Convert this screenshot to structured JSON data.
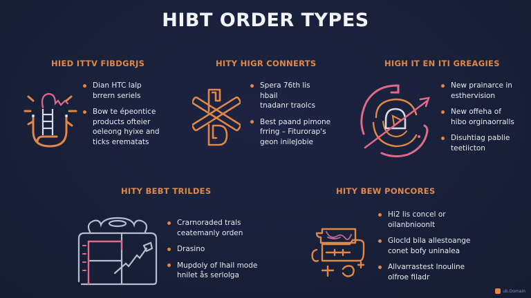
{
  "title": "HIBT ORDER TYPES",
  "colors": {
    "background": "#19203a",
    "accent_orange": "#e0884a",
    "accent_pink": "#e06a8a",
    "line_light": "#d8dce8",
    "text": "#e8eaf0"
  },
  "sections": [
    {
      "heading": "HIED ITTV FIBDGRJS",
      "icon": "lightbulb-ladder-icon",
      "bullets": [
        "Dian HTC lalp\nbrrern seriels",
        "Bow te épeontice\nproducts ofteier\noeleong hyixe and\nticks erematats"
      ]
    },
    {
      "heading": "HITY HIGR CONNERTS",
      "icon": "crossed-bars-symbol-icon",
      "bullets": [
        "Spera 76th lis\nhbail\ntnadanr traolcs",
        "Best paand pimone\nfrring – Fiturorap's\ngeon inileJobie"
      ]
    },
    {
      "heading": "HIGH IT EN ITI GREAGIES",
      "icon": "target-play-arrow-icon",
      "bullets": [
        "New prainarce in\nesthervision",
        "New offeha of\nhibo orginaorralls",
        "Disuhtiag pablie\nteetiicton"
      ]
    },
    {
      "heading": "HITY BEBT TRILDES",
      "icon": "chart-board-icon",
      "bullets": [
        "Crarnoraded trals\nceatemanly orden",
        "Drasino",
        "Mupdoly of lhail mode\nhnilet ås serlolga"
      ]
    },
    {
      "heading": "HITY BEW PONCORES",
      "icon": "card-device-icon",
      "bullets": [
        "Hi2 lis concel or\noilanbnioonlt",
        "Glocld bila allestoange\nconet bofy uninalea",
        "Allvarrastest lnouline\nolfroe filadr"
      ]
    }
  ],
  "watermark": {
    "icon": "brand-logo-icon",
    "text": "ub.Domain"
  }
}
